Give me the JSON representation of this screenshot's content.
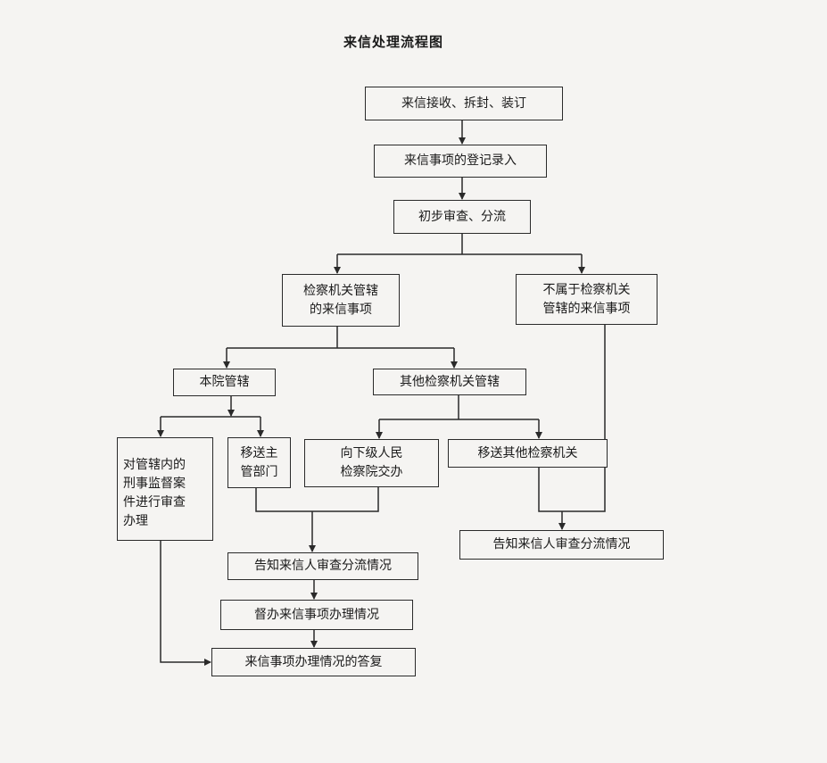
{
  "title": "来信处理流程图",
  "boxes": {
    "receive": "来信接收、拆封、装订",
    "register": "来信事项的登记录入",
    "review": "初步审查、分流",
    "procuratorate": "检察机关管辖\n的来信事项",
    "not_procuratorate": "不属于检察机关\n管辖的来信事项",
    "this_court": "本院管辖",
    "other_procuratorate": "其他检察机关管辖",
    "criminal_supervision": "对管辖内的\n刑事监督案\n件进行审查\n办理",
    "transfer_dept": "移送主\n管部门",
    "lower_court": "向下级人民\n检察院交办",
    "transfer_other": "移送其他检察机关",
    "notify_right": "告知来信人审查分流情况",
    "notify_center": "告知来信人审查分流情况",
    "supervise": "督办来信事项办理情况",
    "reply": "来信事项办理情况的答复"
  }
}
